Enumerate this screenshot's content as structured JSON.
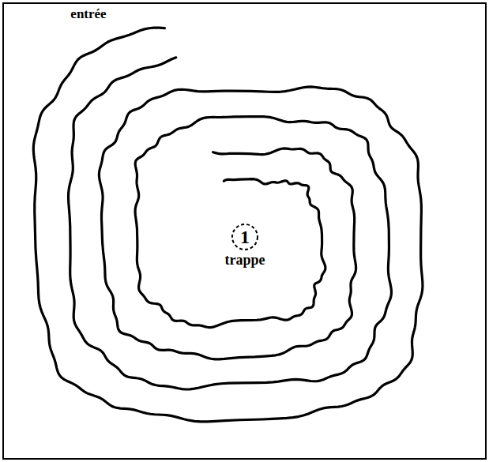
{
  "diagram": {
    "nodes": [
      {
        "text": [
          "1",
          "trappe"
        ]
      }
    ],
    "labels": [
      "entrée"
    ]
  }
}
